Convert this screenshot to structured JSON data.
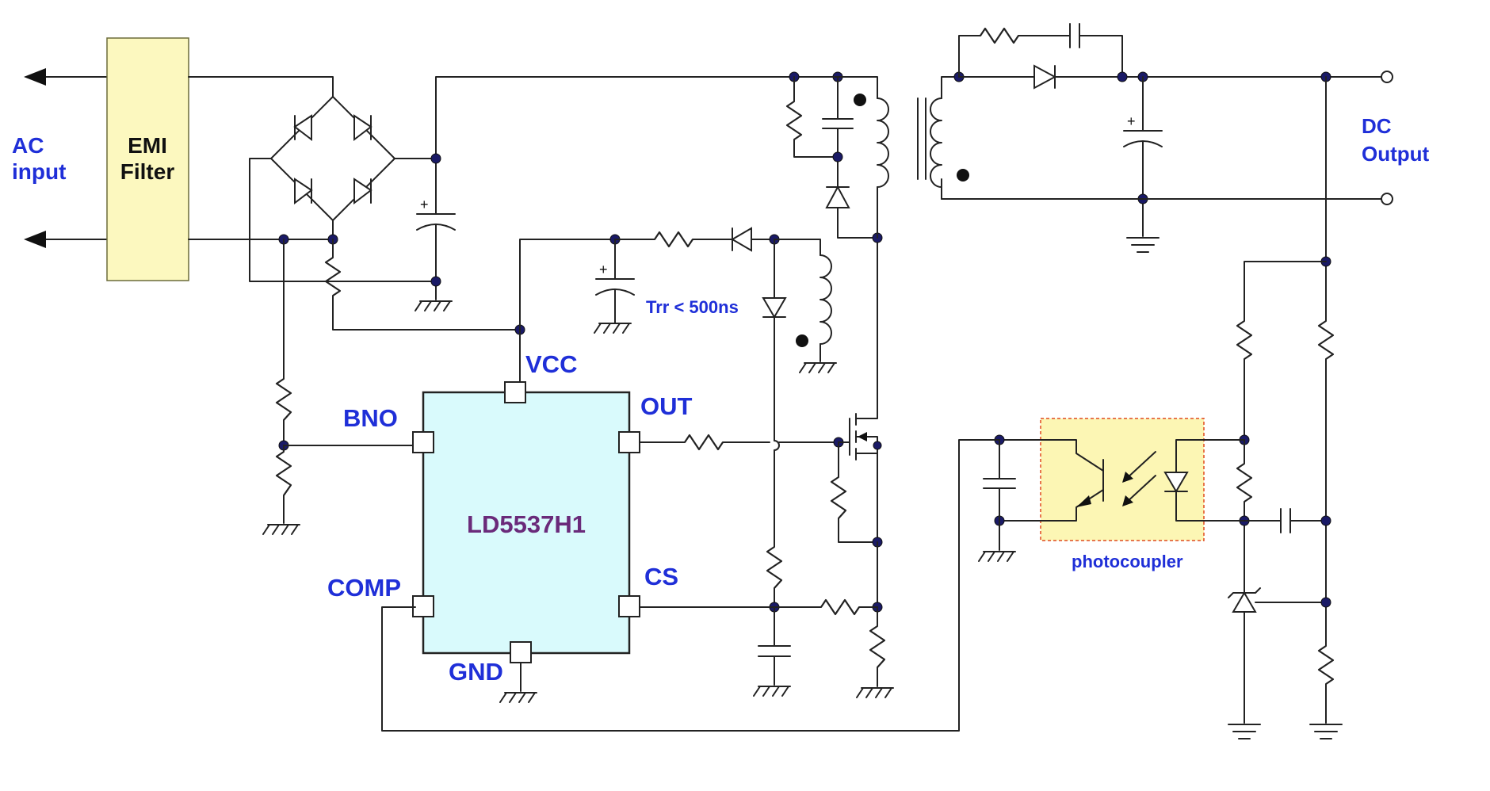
{
  "labels": {
    "ac_input_line1": "AC",
    "ac_input_line2": "input",
    "emi_line1": "EMI",
    "emi_line2": "Filter",
    "dc_output_line1": "DC",
    "dc_output_line2": "Output",
    "trr": "Trr < 500ns",
    "photocoupler": "photocoupler",
    "chip_name": "LD5537H1"
  },
  "pins": {
    "vcc": "VCC",
    "bno": "BNO",
    "out": "OUT",
    "cs": "CS",
    "comp": "COMP",
    "gnd": "GND"
  },
  "colors": {
    "label_blue": "#1f2fd8",
    "chip_fill": "#d9fafc",
    "chip_text": "#6a2a7a",
    "emi_fill": "#fcf8bf",
    "photocoupler_fill": "#fcf6b4",
    "photocoupler_border": "#e04a1f",
    "wire": "#222222"
  }
}
